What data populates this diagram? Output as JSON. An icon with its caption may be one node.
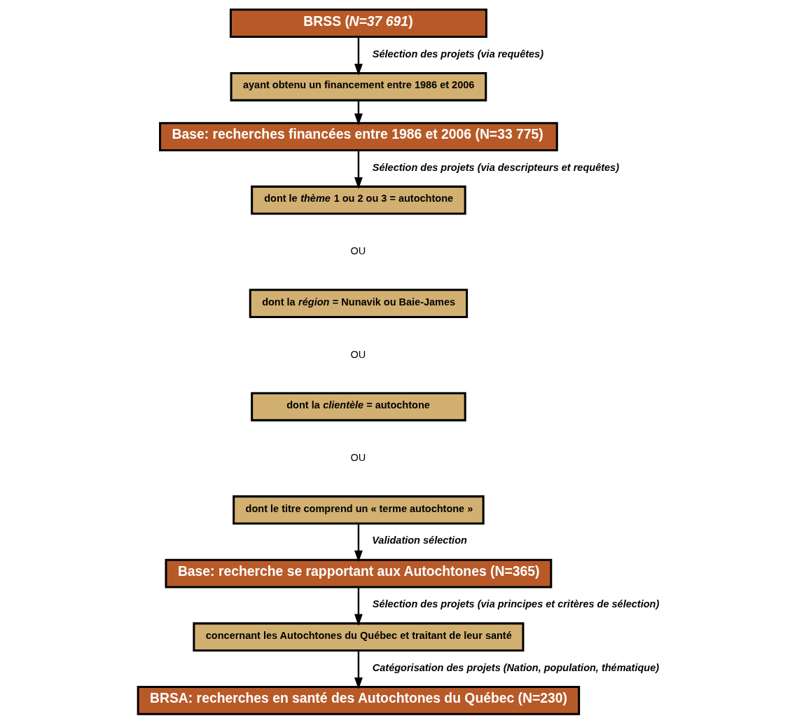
{
  "diagram": {
    "nodes": [
      {
        "text": [
          "BRSS (*N=37 691*)"
        ]
      },
      {
        "text": [
          "ayant obtenu un financement entre 1986 et 2006"
        ]
      },
      {
        "text": [
          "Base: recherches financées entre 1986 et 2006 (N=33 775)"
        ]
      },
      {
        "text": [
          "dont le *thème* 1 ou 2 ou 3 = autochtone"
        ]
      },
      {
        "text": [
          "dont la *région* = Nunavik ou Baie-James"
        ]
      },
      {
        "text": [
          "dont la *clientèle* = autochtone"
        ]
      },
      {
        "text": [
          "dont le titre comprend un « terme autochtone »"
        ]
      },
      {
        "text": [
          "Base: recherche se rapportant aux Autochtones (N=365)"
        ]
      },
      {
        "text": [
          "concernant les Autochtones du Québec et traitant de leur santé"
        ]
      },
      {
        "text": [
          "BRSA: recherches en santé des Autochtones du Québec (N=230)"
        ]
      }
    ],
    "edges": [
      {
        "from": 0,
        "to": 1,
        "arrow": "to",
        "label": "Sélection des projets (via requêtes)"
      },
      {
        "from": 1,
        "to": 2,
        "arrow": "to"
      },
      {
        "from": 2,
        "to": 3,
        "arrow": "to",
        "label": "Sélection des projets (via descripteurs et requêtes)"
      },
      {
        "from": 6,
        "to": 7,
        "arrow": "to",
        "label": "Validation sélection"
      },
      {
        "from": 7,
        "to": 8,
        "arrow": "to",
        "label": "Sélection des projets (via principes et critères de sélection)"
      },
      {
        "from": 8,
        "to": 9,
        "arrow": "to",
        "label": "Catégorisation des projets (Nation, population, thématique)"
      }
    ],
    "labels": [
      "OU",
      "OU",
      "OU"
    ]
  }
}
